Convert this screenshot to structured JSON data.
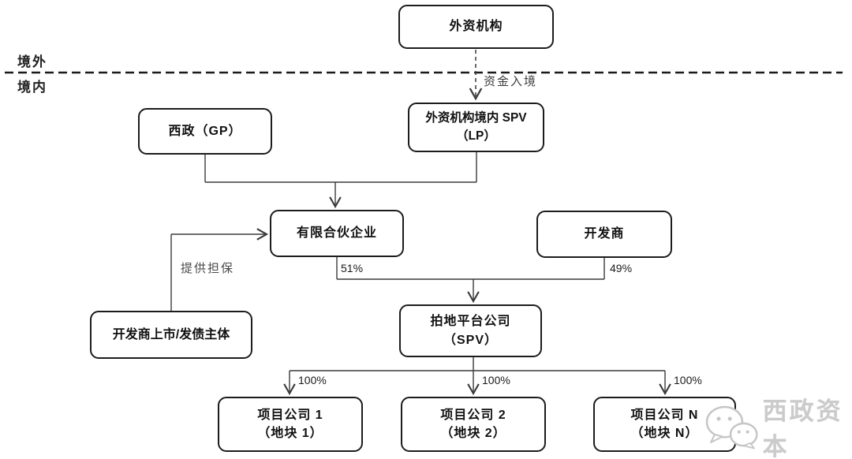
{
  "diagram": {
    "region_labels": {
      "offshore": "境外",
      "onshore": "境内"
    },
    "nodes": {
      "foreign_institution": {
        "line1": "外资机构"
      },
      "xizheng_gp": {
        "line1": "西政（GP）"
      },
      "foreign_spv": {
        "line1": "外资机构境内 SPV",
        "line2": "（LP）"
      },
      "limited_partnership": {
        "line1": "有限合伙企业"
      },
      "developer": {
        "line1": "开发商"
      },
      "developer_listed_entity": {
        "line1": "开发商上市/发债主体"
      },
      "land_platform": {
        "line1": "拍地平台公司",
        "line2": "（SPV）"
      },
      "project_co_1": {
        "line1": "项目公司 1",
        "line2": "（地块 1）"
      },
      "project_co_2": {
        "line1": "项目公司 2",
        "line2": "（地块 2）"
      },
      "project_co_n": {
        "line1": "项目公司 N",
        "line2": "（地块 N）"
      }
    },
    "edge_labels": {
      "capital_entry": "资金入境",
      "guarantee": "提供担保",
      "lp_stake": "51%",
      "developer_stake": "49%",
      "project1_stake": "100%",
      "project2_stake": "100%",
      "projectn_stake": "100%"
    },
    "watermark": {
      "icon": "wechat-icon",
      "text": "西政资本",
      "color": "#cbcbcb"
    },
    "colors": {
      "box_border": "#1c1c1c",
      "line": "#3a3a3a",
      "boundary": "#1a1a1a"
    }
  }
}
